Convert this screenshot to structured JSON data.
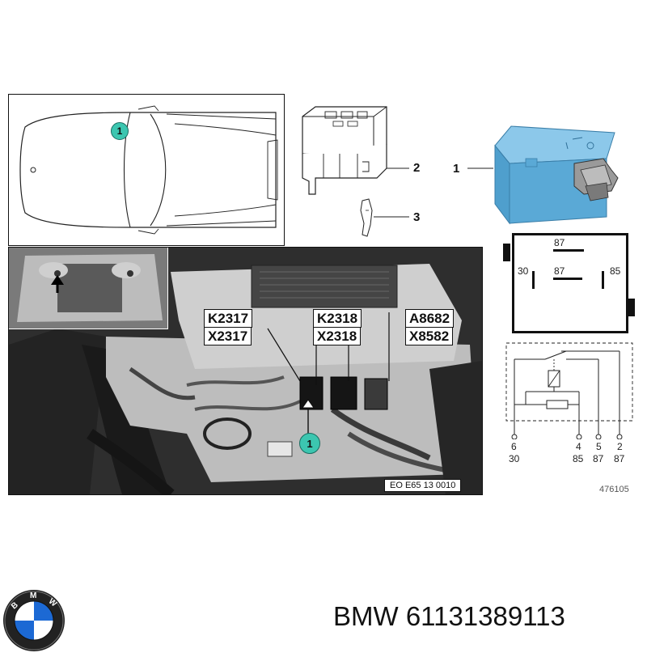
{
  "car_view": {
    "location_marker": "1"
  },
  "parts": {
    "relay_callout": "1",
    "socket_callout": "2",
    "terminal_callout": "3"
  },
  "photo": {
    "labels": [
      {
        "top": "K2317",
        "bottom": "X2317"
      },
      {
        "top": "K2318",
        "bottom": "X2318"
      },
      {
        "top": "A8682",
        "bottom": "X8582"
      }
    ],
    "marker": "1",
    "reference": "EO E65 13 0010"
  },
  "relay_face": {
    "top_label": "87",
    "middle_label": "87",
    "left_label": "30",
    "right_label": "85"
  },
  "schematic": {
    "pins": [
      {
        "number": "6",
        "terminal": "30"
      },
      {
        "number": "4",
        "terminal": "85"
      },
      {
        "number": "5",
        "terminal": "87"
      },
      {
        "number": "2",
        "terminal": "87"
      }
    ]
  },
  "figure_number": "476105",
  "brand": {
    "name": "BMW",
    "part_number": "61131389113",
    "logo_letters": "BMW"
  },
  "colors": {
    "relay_blue": "#5aa9d6",
    "marker_teal": "#3cc6b0",
    "photo_dark": "#3a3a3a"
  }
}
